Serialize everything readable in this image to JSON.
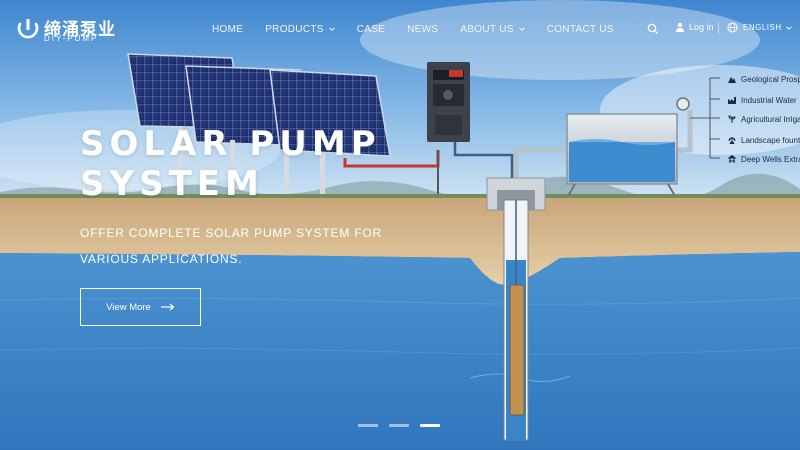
{
  "brand": {
    "name_cn": "缔涌泵业",
    "name_en": "DIY-PUMP"
  },
  "nav": {
    "items": [
      {
        "label": "HOME",
        "has_dropdown": false
      },
      {
        "label": "PRODUCTS",
        "has_dropdown": true
      },
      {
        "label": "CASE",
        "has_dropdown": false
      },
      {
        "label": "NEWS",
        "has_dropdown": false
      },
      {
        "label": "ABOUT US",
        "has_dropdown": true
      },
      {
        "label": "CONTACT US",
        "has_dropdown": false
      }
    ]
  },
  "header": {
    "login_label": "Log in",
    "language_label": "ENGLISH"
  },
  "hero": {
    "title_line1": "SOLAR PUMP",
    "title_line2": "SYSTEM",
    "subtitle": "OFFER COMPLETE SOLAR PUMP SYSTEM FOR VARIOUS APPLICATIONS.",
    "cta_label": "View More",
    "applications": [
      "Geological Prospe",
      "Industrial Water",
      "Agricultural Irrigati",
      "Landscape fountai",
      "Deep Wells Extrac"
    ]
  },
  "carousel": {
    "count": 3,
    "active": 3
  },
  "icons": {
    "search": "search-icon",
    "user": "user-icon",
    "globe": "globe-icon",
    "arrow": "arrow-right-icon"
  },
  "colors": {
    "sky": "#5b9ad6",
    "water": "#3b83c6",
    "soil": "#d9b88a",
    "accent": "#ffffff"
  }
}
